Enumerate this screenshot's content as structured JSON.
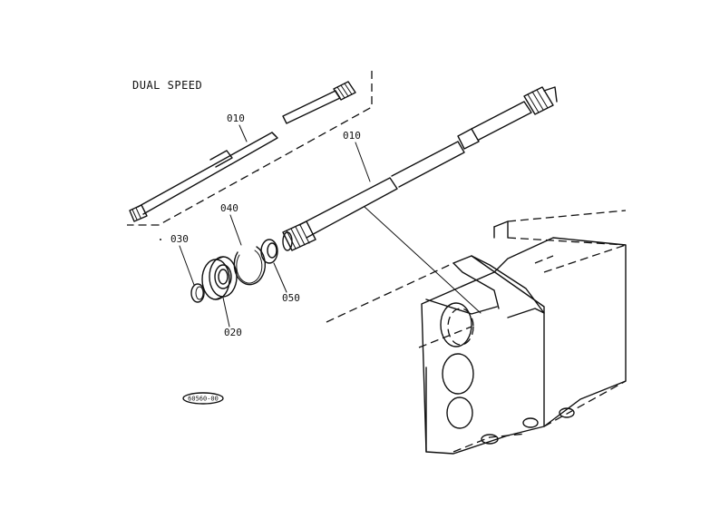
{
  "diagram": {
    "title": "DUAL SPEED",
    "reference_code": "60560-00",
    "callouts": [
      {
        "id": "upper-shaft",
        "label": "010"
      },
      {
        "id": "main-shaft",
        "label": "010"
      },
      {
        "id": "snap-ring-outer",
        "label": "040"
      },
      {
        "id": "snap-ring-inner",
        "label": "030"
      },
      {
        "id": "bearing",
        "label": "020"
      },
      {
        "id": "washer",
        "label": "050"
      }
    ]
  }
}
